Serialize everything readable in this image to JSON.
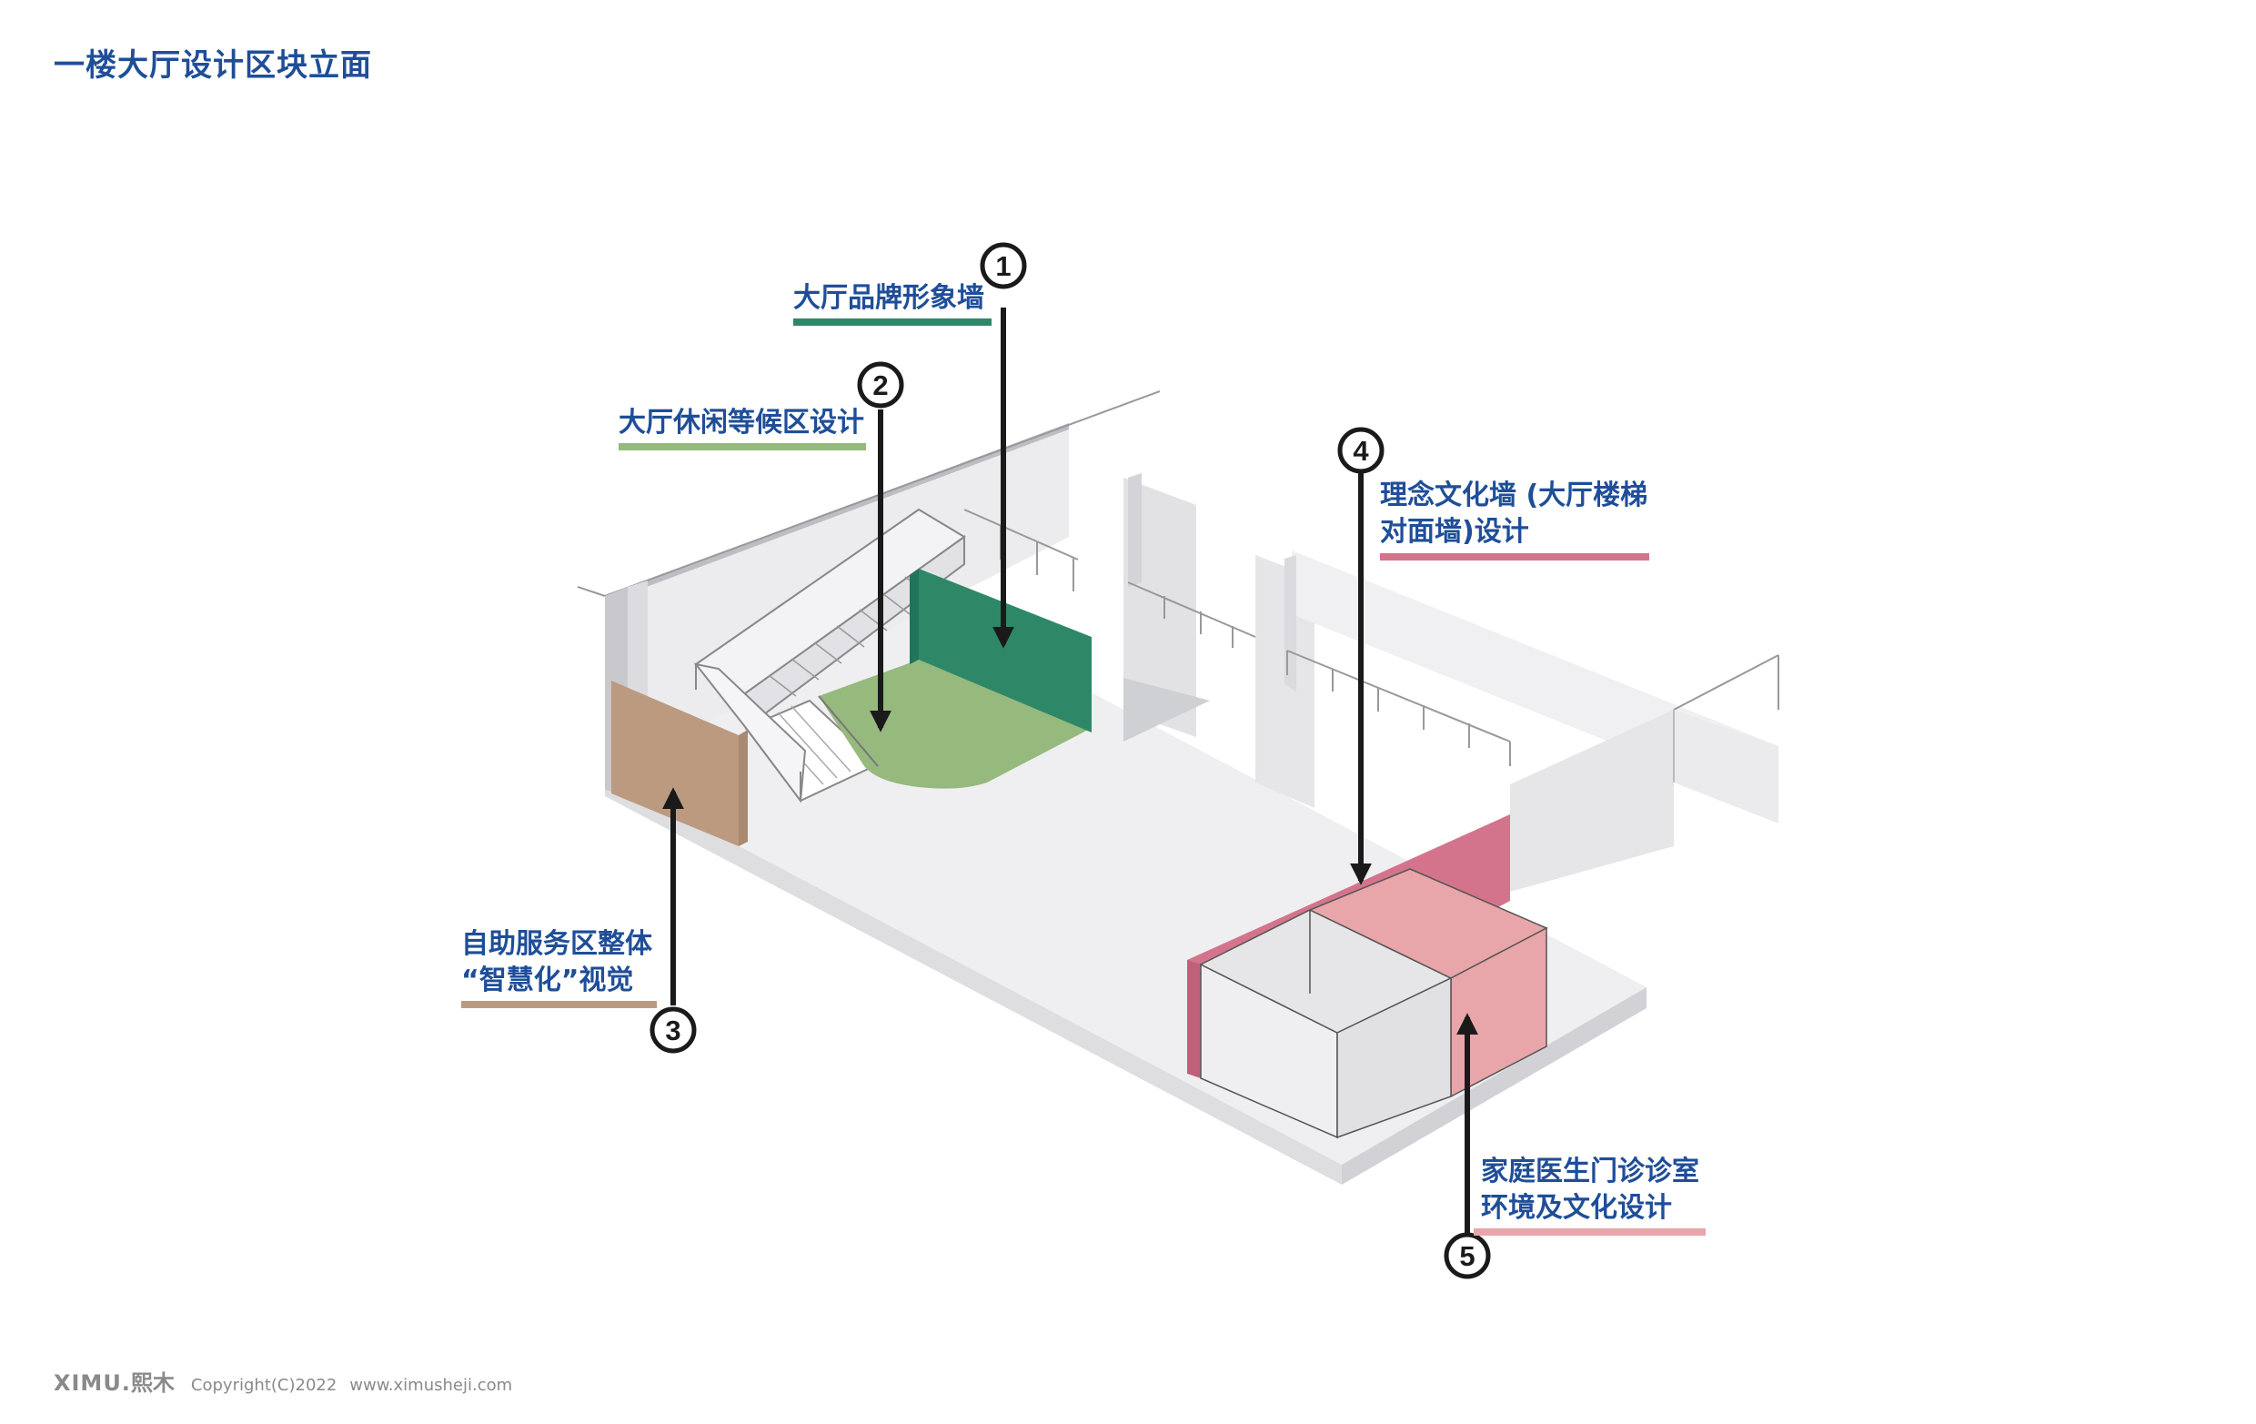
{
  "title": "一楼大厅设计区块立面",
  "callouts": [
    {
      "number": "1",
      "lines": [
        "大厅品牌形象墙"
      ],
      "color": "#2e8868"
    },
    {
      "number": "2",
      "lines": [
        "大厅休闲等候区设计"
      ],
      "color": "#96b97e"
    },
    {
      "number": "3",
      "lines": [
        "自助服务区整体",
        "“智慧化”视觉"
      ],
      "color": "#bc9a80"
    },
    {
      "number": "4",
      "lines": [
        "理念文化墙 (大厅楼梯",
        "对面墙)设计"
      ],
      "color": "#d4748c"
    },
    {
      "number": "5",
      "lines": [
        "家庭医生门诊诊室",
        "环境及文化设计"
      ],
      "color": "#e8a6aa"
    }
  ],
  "footer": {
    "brand_en": "XIMU.",
    "brand_cn": "熙木",
    "copyright": "Copyright(C)2022",
    "website": "www.ximusheji.com"
  }
}
